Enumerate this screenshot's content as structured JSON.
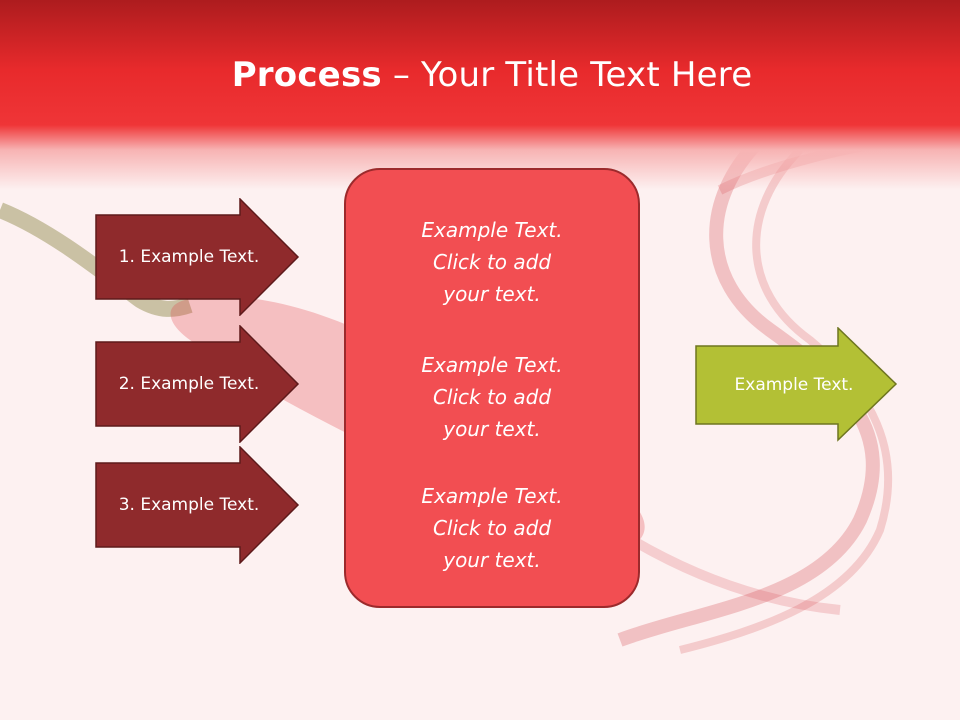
{
  "slide": {
    "title_bold": "Process",
    "title_rest": " – Your Title Text Here",
    "arrows": [
      {
        "label": "1. Example Text."
      },
      {
        "label": "2. Example Text."
      },
      {
        "label": "3. Example Text."
      }
    ],
    "center_blocks": [
      {
        "line1": "Example Text.",
        "line2": "Click  to add",
        "line3": "your text."
      },
      {
        "line1": "Example Text.",
        "line2": "Click  to add",
        "line3": "your text."
      },
      {
        "line1": "Example Text.",
        "line2": "Click  to add",
        "line3": "your text."
      }
    ],
    "result_arrow": {
      "label": "Example Text."
    }
  },
  "colors": {
    "header": "#ef3537",
    "arrow_fill": "#8f2a2c",
    "center_fill": "#f24e52",
    "result_fill": "#b3c035"
  }
}
